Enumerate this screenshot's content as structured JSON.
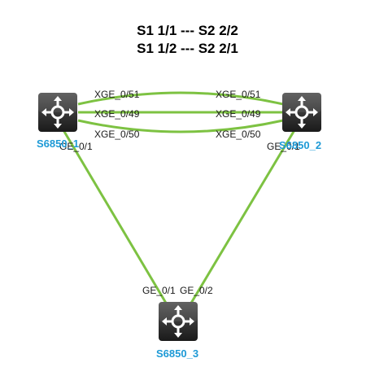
{
  "title": {
    "line1": "S1 1/1 --- S2 2/2",
    "line2": "S1 1/2 --- S2 2/1"
  },
  "nodes": [
    {
      "id": "s1",
      "name": "S6850_1",
      "icon": "router-switch-icon"
    },
    {
      "id": "s2",
      "name": "S6850_2",
      "icon": "router-switch-icon"
    },
    {
      "id": "s3",
      "name": "S6850_3",
      "icon": "router-switch-icon"
    }
  ],
  "links": [
    {
      "from": "s1",
      "to": "s2",
      "from_port": "XGE_0/51",
      "to_port": "XGE_0/51"
    },
    {
      "from": "s1",
      "to": "s2",
      "from_port": "XGE_0/49",
      "to_port": "XGE_0/49"
    },
    {
      "from": "s1",
      "to": "s2",
      "from_port": "XGE_0/50",
      "to_port": "XGE_0/50"
    },
    {
      "from": "s1",
      "to": "s3",
      "from_port": "GE_0/1",
      "to_port": "GE_0/1"
    },
    {
      "from": "s2",
      "to": "s3",
      "from_port": "GE_0/1",
      "to_port": "GE_0/2"
    }
  ],
  "colors": {
    "link": "#7dc242",
    "node_name": "#1e9ad6",
    "switch_body": "#2b2b2b"
  }
}
